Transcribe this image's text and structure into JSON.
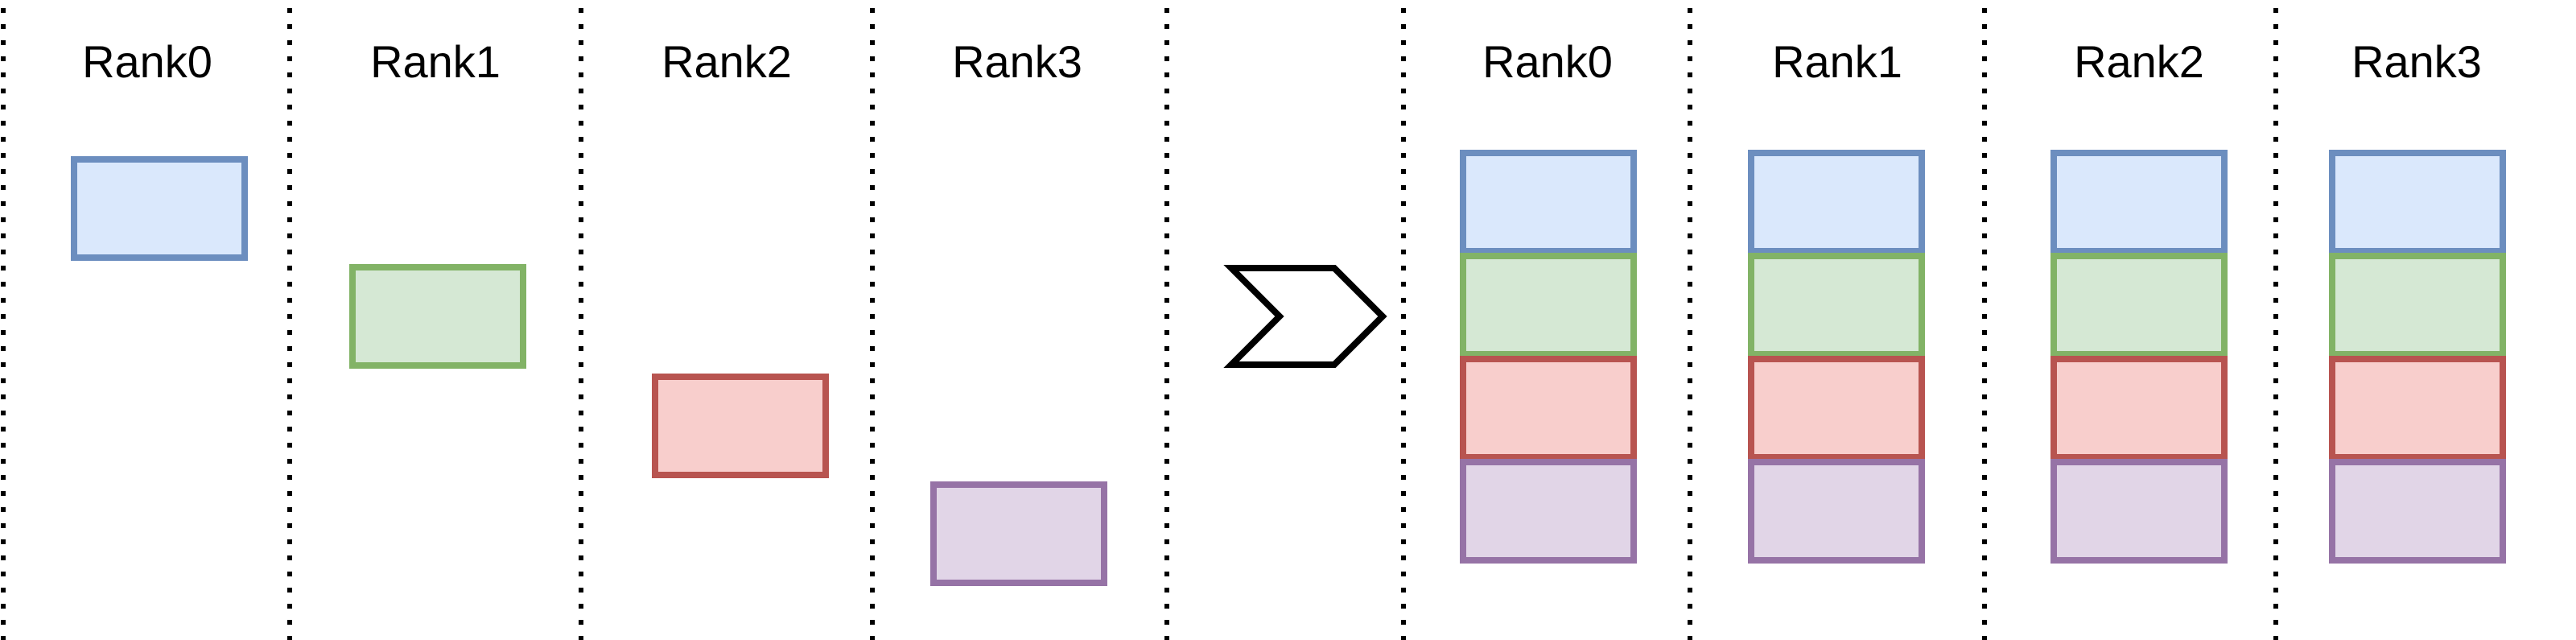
{
  "before": {
    "labels": [
      "Rank0",
      "Rank1",
      "Rank2",
      "Rank3"
    ]
  },
  "after": {
    "labels": [
      "Rank0",
      "Rank1",
      "Rank2",
      "Rank3"
    ]
  },
  "blocks": [
    {
      "name": "blue",
      "fill": "#dae8fc",
      "stroke": "#6c8ebf"
    },
    {
      "name": "green",
      "fill": "#d5e8d4",
      "stroke": "#82b366"
    },
    {
      "name": "red",
      "fill": "#f8cecc",
      "stroke": "#b85450"
    },
    {
      "name": "purple",
      "fill": "#e1d5e7",
      "stroke": "#9673a6"
    }
  ],
  "arrow": {
    "icon": "chevron-right-icon",
    "stroke": "#000000",
    "fill": "#ffffff"
  }
}
